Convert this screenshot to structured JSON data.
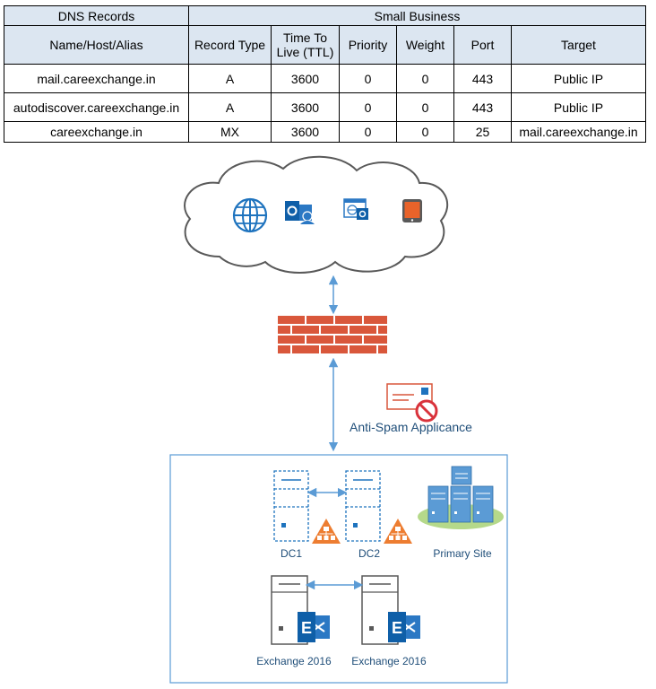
{
  "table": {
    "group_left": "DNS Records",
    "group_right": "Small Business",
    "columns": [
      "Name/Host/Alias",
      "Record Type",
      "Time To\nLive (TTL)",
      "Priority",
      "Weight",
      "Port",
      "Target"
    ],
    "column_line1": [
      "Name/Host/Alias",
      "Record Type",
      "Time To",
      "Priority",
      "Weight",
      "Port",
      "Target"
    ],
    "column_line2": [
      "",
      "",
      "Live (TTL)",
      "",
      "",
      "",
      ""
    ],
    "rows": [
      [
        "mail.careexchange.in",
        "A",
        "3600",
        "0",
        "0",
        "443",
        "Public IP"
      ],
      [
        "autodiscover.careexchange.in",
        "A",
        "3600",
        "0",
        "0",
        "443",
        "Public IP"
      ],
      [
        "careexchange.in",
        "MX",
        "3600",
        "0",
        "0",
        "25",
        "mail.careexchange.in"
      ]
    ]
  },
  "diagram": {
    "anti_spam_label": "Anti-Spam Applicance",
    "dc1_label": "DC1",
    "dc2_label": "DC2",
    "primary_site_label": "Primary Site",
    "exchange1_label": "Exchange 2016",
    "exchange2_label": "Exchange 2016",
    "colors": {
      "header_fill": "#dce6f1",
      "firewall": "#d9573b",
      "connector": "#5b9bd5",
      "label_blue": "#1f4e79",
      "server_blue": "#1e73be",
      "dc_orange": "#ed7d31",
      "site_green": "#b5d98a"
    },
    "icons": [
      "cloud-icon",
      "globe-icon",
      "outlook-icon",
      "web-outlook-icon",
      "tablet-icon",
      "firewall-icon",
      "blocked-mail-icon",
      "server-icon",
      "hierarchy-icon",
      "datacenter-icon",
      "exchange-icon"
    ]
  }
}
